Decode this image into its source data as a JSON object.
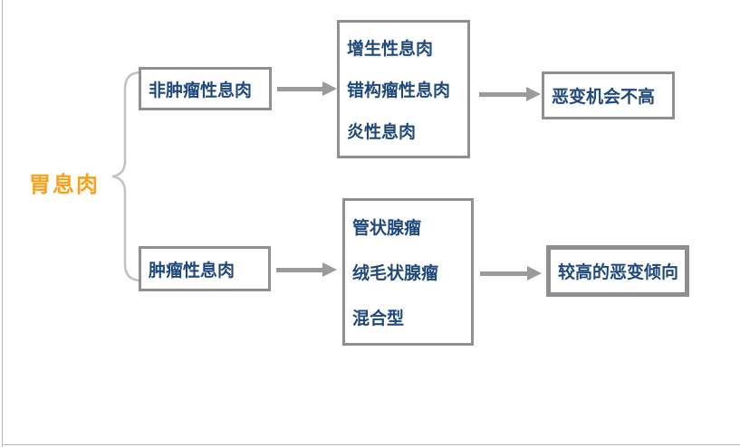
{
  "diagram": {
    "root_label": "胃息肉",
    "branches": [
      {
        "category": "非肿瘤性息肉",
        "types": [
          "增生性息肉",
          "错构瘤性息肉",
          "炎性息肉"
        ],
        "outcome": "恶变机会不高"
      },
      {
        "category": "肿瘤性息肉",
        "types": [
          "管状腺瘤",
          "绒毛状腺瘤",
          "混合型"
        ],
        "outcome": "较高的恶变倾向"
      }
    ]
  },
  "icons": {
    "brace": "left-curly-brace",
    "arrows": "right-arrow"
  },
  "colors": {
    "root_label": "#f9a11b",
    "box_text": "#1f497d",
    "box_border": "#8f8f8f",
    "arrow": "#9b9b9b",
    "brace": "#c2c2c2",
    "canvas_edge": "#b5b5b5"
  }
}
